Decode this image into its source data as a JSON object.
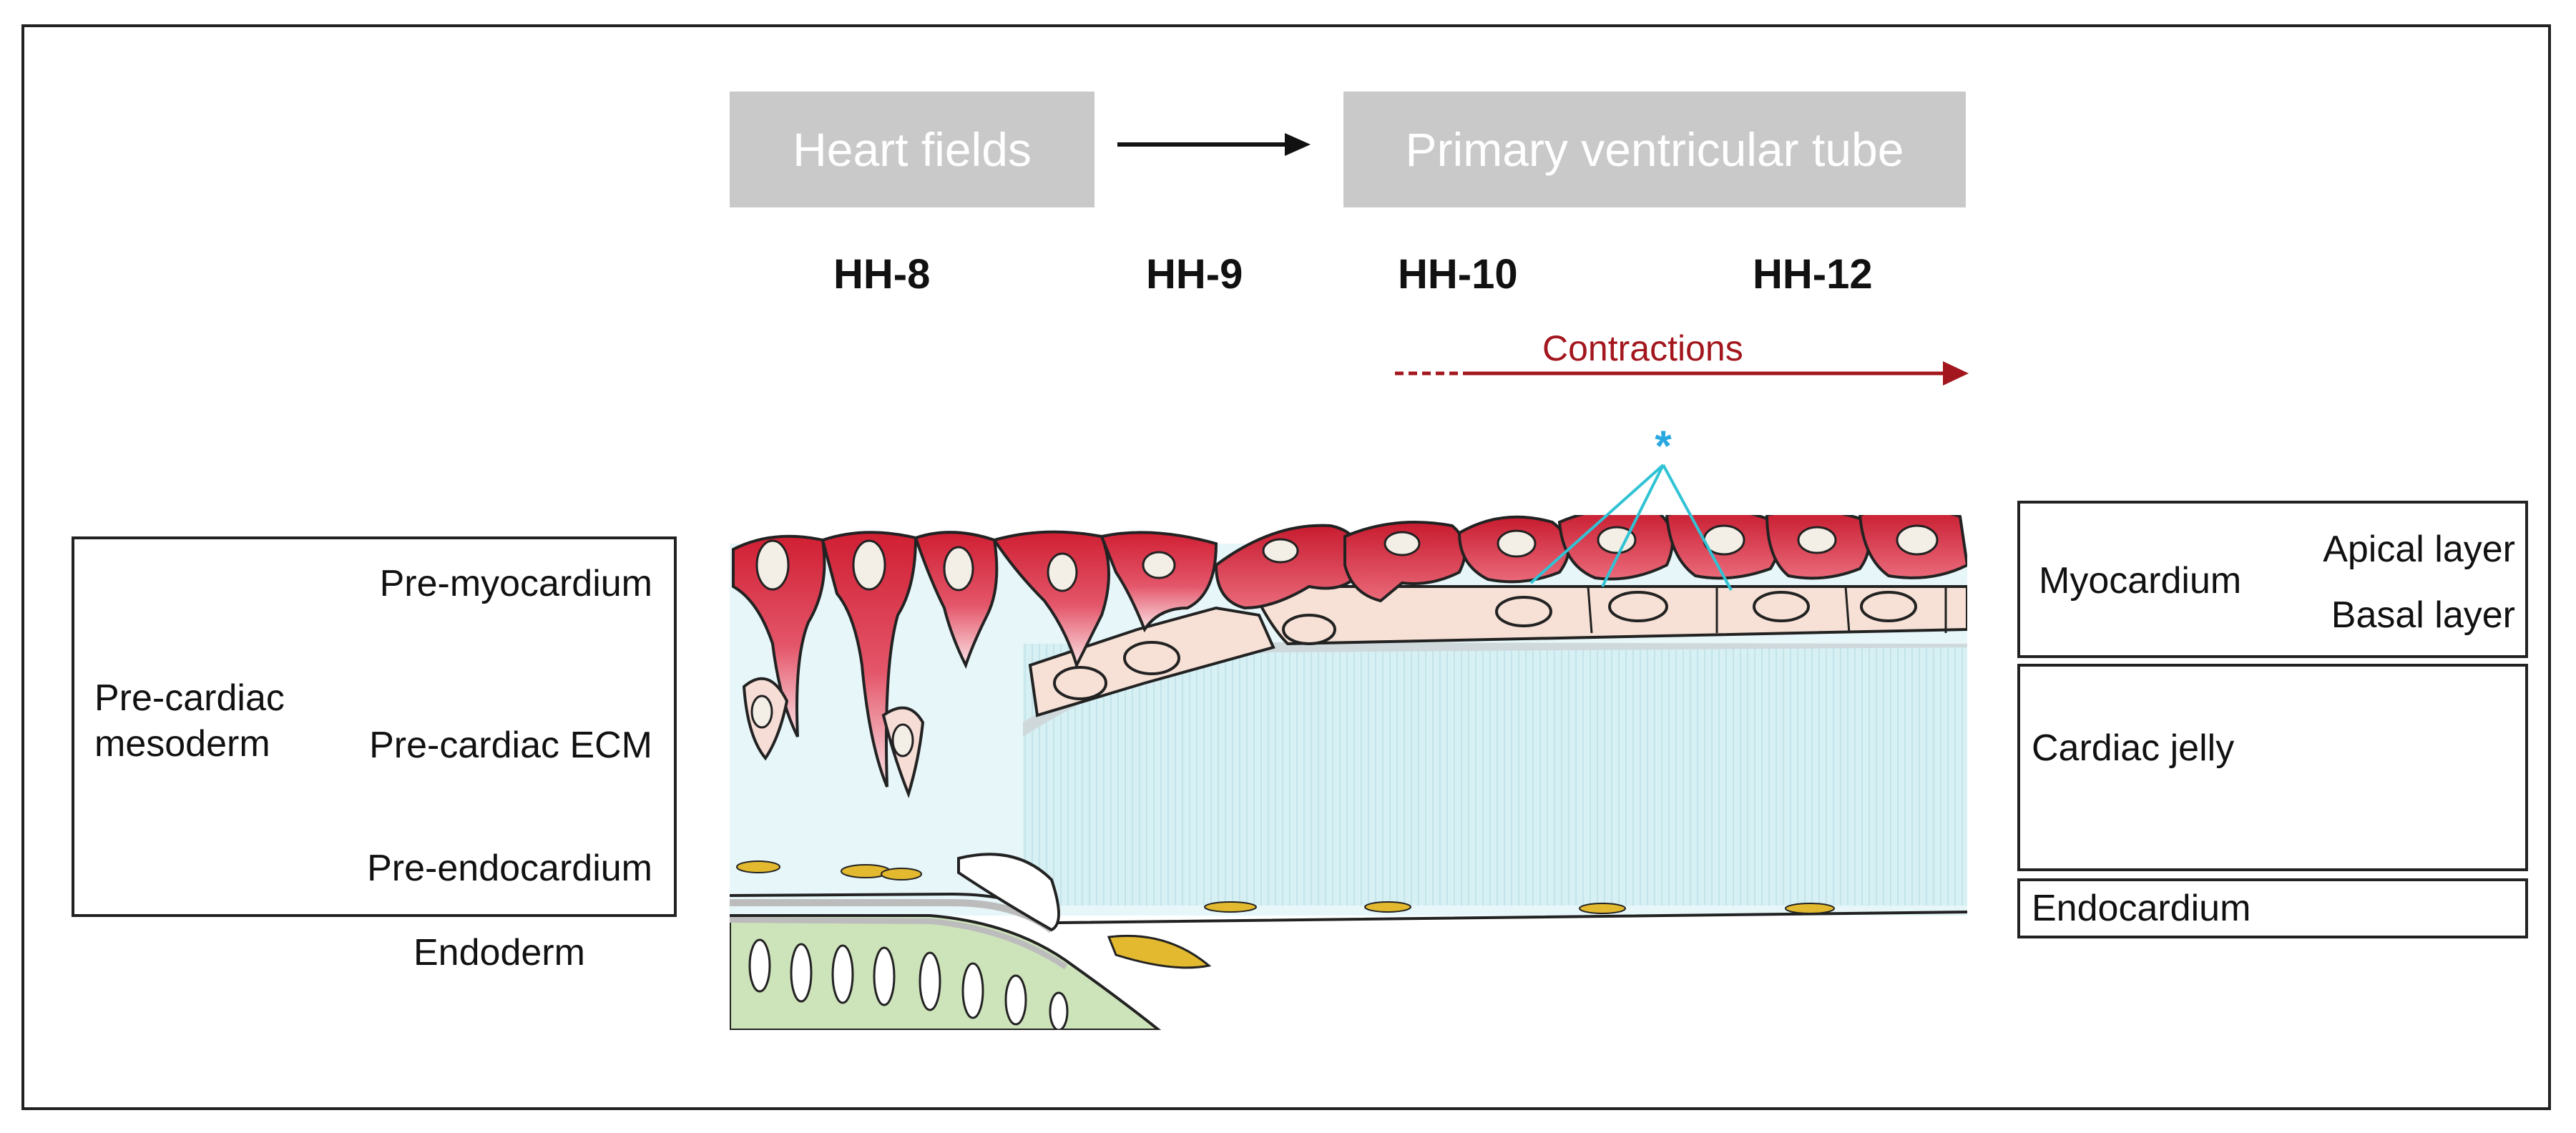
{
  "stages": {
    "first": "Heart fields",
    "second": "Primary ventricular tube"
  },
  "timeline": {
    "hh8": "HH-8",
    "hh9": "HH-9",
    "hh10": "HH-10",
    "hh12": "HH-12",
    "contractions": "Contractions"
  },
  "left_labels": {
    "pre_myocardium": "Pre-myocardium",
    "pre_cardiac_ecm": "Pre-cardiac ECM",
    "pre_endocardium": "Pre-endocardium",
    "pre_cardiac_mesoderm": "Pre-cardiac mesoderm",
    "endoderm": "Endoderm"
  },
  "right_labels": {
    "myocardium": "Myocardium",
    "apical_layer": "Apical layer",
    "basal_layer": "Basal layer",
    "cardiac_jelly": "Cardiac jelly",
    "endocardium": "Endocardium"
  },
  "marker": "*",
  "colors": {
    "stage_box": "#c9c9c9",
    "contraction_arrow": "#a3161d",
    "myocardium": "#d8283a",
    "basal_cells": "#f6ddd0",
    "jelly": "#d8f1f4",
    "endocardium_nuclei": "#e3b92f",
    "endoderm": "#b9d4a4",
    "callout_lines": "#2fc3d4"
  }
}
